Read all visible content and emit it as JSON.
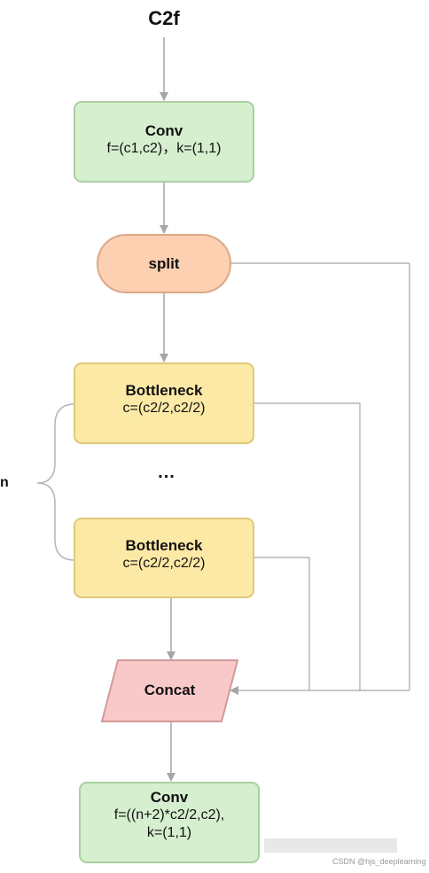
{
  "title": "C2f",
  "nodes": {
    "conv_top": {
      "name": "Conv",
      "params": "f=(c1,c2)，k=(1,1)"
    },
    "split": {
      "name": "split"
    },
    "bottleneck1": {
      "name": "Bottleneck",
      "params": "c=(c2/2,c2/2)"
    },
    "ellipsis": "...",
    "bottleneck2": {
      "name": "Bottleneck",
      "params": "c=(c2/2,c2/2)"
    },
    "concat": {
      "name": "Concat"
    },
    "conv_bottom": {
      "name": "Conv",
      "params": "f=((n+2)*c2/2,c2),",
      "params2": "k=(1,1)"
    }
  },
  "repeat_label": "n",
  "watermark": "CSDN @hjs_deeplearning",
  "colors": {
    "conv_fill": "#d5efcf",
    "conv_stroke": "#a9cfa1",
    "split_fill": "#fcd0b0",
    "split_stroke": "#d9a98a",
    "bottleneck_fill": "#fde9a6",
    "bottleneck_stroke": "#e0c878",
    "concat_fill": "#f9c9c9",
    "concat_stroke": "#d29a9a",
    "line": "#a6a6a6"
  }
}
